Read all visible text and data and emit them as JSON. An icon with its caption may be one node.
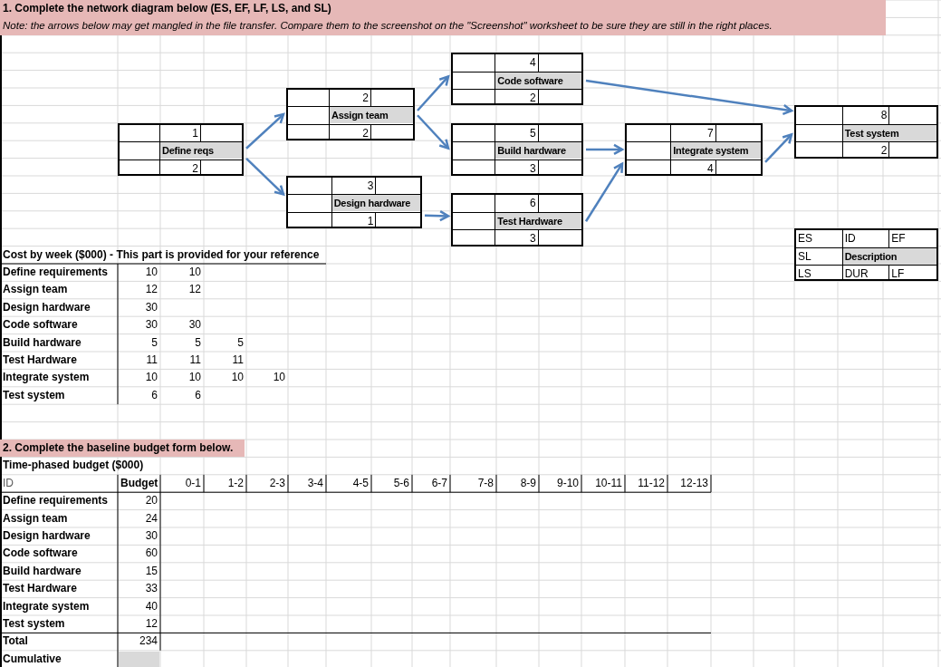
{
  "diagram": {
    "title": "1. Complete the network diagram below (ES, EF, LF, LS, and SL)",
    "nodes": [
      {
        "text": [
          "1",
          "Define reqs",
          "2"
        ]
      },
      {
        "text": [
          "2",
          "Assign team",
          "2"
        ]
      },
      {
        "text": [
          "3",
          "Design hardware",
          "1"
        ]
      },
      {
        "text": [
          "4",
          "Code software",
          "2"
        ]
      },
      {
        "text": [
          "5",
          "Build hardware",
          "3"
        ]
      },
      {
        "text": [
          "6",
          "Test Hardware",
          "3"
        ]
      },
      {
        "text": [
          "7",
          "Integrate system",
          "4"
        ]
      },
      {
        "text": [
          "8",
          "Test system",
          "2"
        ]
      },
      {
        "text": [
          "ES",
          "ID",
          "EF",
          "SL",
          "Description",
          "LS",
          "DUR",
          "LF"
        ]
      }
    ],
    "edges": [
      {
        "from": 0,
        "to": 1,
        "arrow": "to"
      },
      {
        "from": 0,
        "to": 2,
        "arrow": "to"
      },
      {
        "from": 1,
        "to": 3,
        "arrow": "to"
      },
      {
        "from": 1,
        "to": 4,
        "arrow": "to"
      },
      {
        "from": 2,
        "to": 5,
        "arrow": "to"
      },
      {
        "from": 3,
        "to": 7,
        "arrow": "to"
      },
      {
        "from": 4,
        "to": 6,
        "arrow": "to"
      },
      {
        "from": 5,
        "to": 6,
        "arrow": "to"
      },
      {
        "from": 6,
        "to": 7,
        "arrow": "to"
      }
    ],
    "labels": [
      "Note: the arrows below may get mangled in the file transfer. Compare them to the screenshot on the \"Screenshot\" worksheet to be sure they are still in the right places.",
      "Cost by week ($000) - This part is provided for your reference",
      "Define requirements",
      "10",
      "10",
      "Assign team",
      "12",
      "12",
      "Design hardware",
      "30",
      "Code software",
      "30",
      "30",
      "Build hardware",
      "5",
      "5",
      "5",
      "Test Hardware",
      "11",
      "11",
      "11",
      "Integrate system",
      "10",
      "10",
      "10",
      "10",
      "Test system",
      "6",
      "6",
      "2. Complete the baseline budget form below.",
      "Time-phased budget ($000)",
      "ID",
      "Budget",
      "0-1",
      "1-2",
      "2-3",
      "3-4",
      "4-5",
      "5-6",
      "6-7",
      "7-8",
      "8-9",
      "9-10",
      "10-11",
      "11-12",
      "12-13",
      "Define requirements",
      "20",
      "Assign team",
      "24",
      "Design hardware",
      "30",
      "Code software",
      "60",
      "Build hardware",
      "15",
      "Test Hardware",
      "33",
      "Integrate system",
      "40",
      "Test system",
      "12",
      "Total",
      "234",
      "Cumulative"
    ]
  }
}
